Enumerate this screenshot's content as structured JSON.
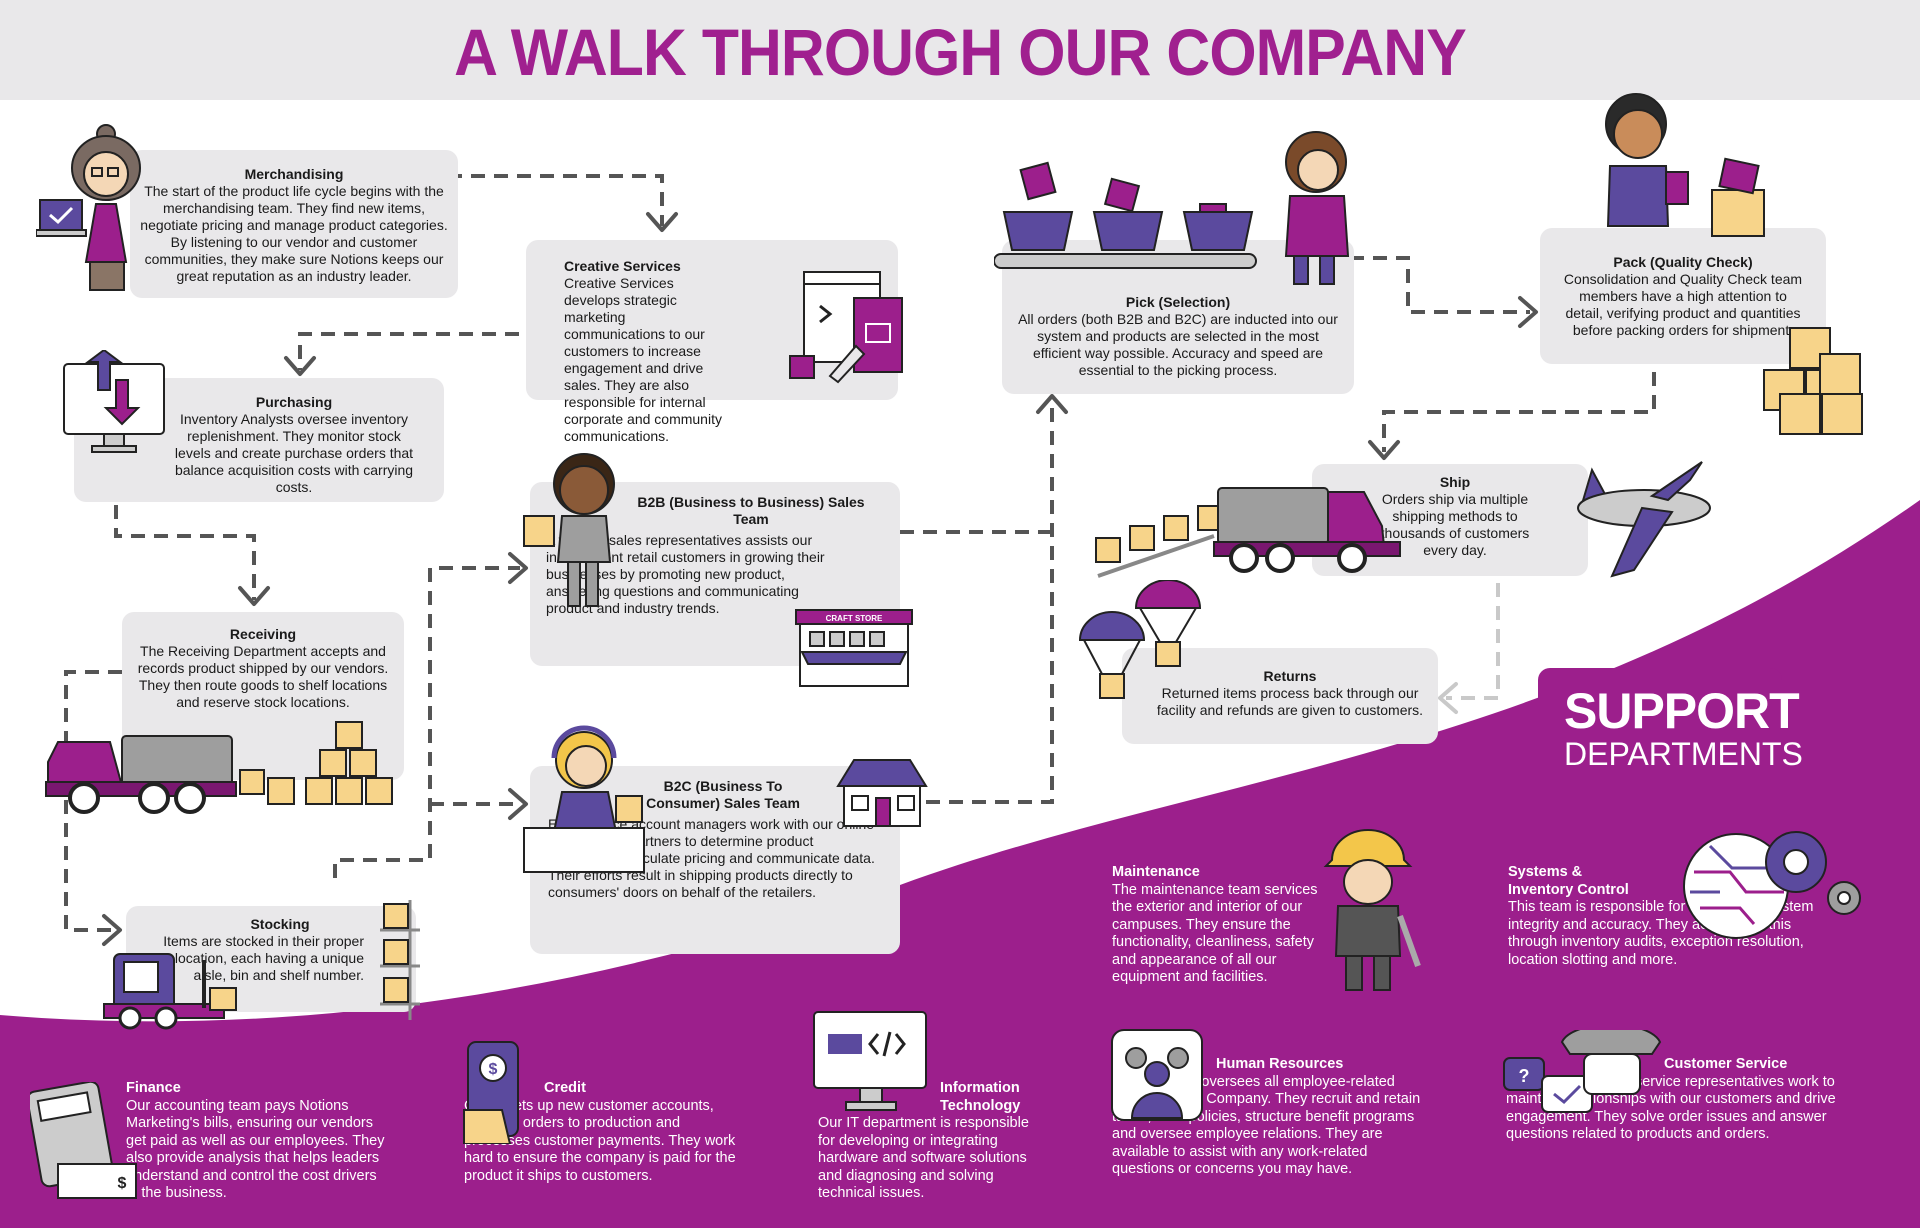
{
  "title": "A WALK THROUGH OUR COMPANY",
  "colors": {
    "purple": "#9c1f8c",
    "indigo": "#5b4a9e",
    "gray_box": "#e9e8ea",
    "box_tan": "#f7d48a"
  },
  "steps": {
    "merchandising": {
      "title": "Merchandising",
      "body": "The start of the product life cycle begins with the merchandising team. They find new items, negotiate pricing and manage product categories. By listening to our vendor and customer communities, they make sure Notions keeps our great reputation as an industry leader."
    },
    "creative": {
      "title": "Creative Services",
      "body": "Creative Services develops strategic marketing communications to our customers to increase engagement and drive sales. They are also responsible for internal corporate and community communications."
    },
    "purchasing": {
      "title": "Purchasing",
      "body": "Inventory Analysts oversee inventory replenishment. They monitor stock levels and create purchase orders that balance acquisition costs with carrying costs."
    },
    "receiving": {
      "title": "Receiving",
      "body": "The Receiving Department accepts and records product shipped by our vendors. They then route goods to shelf locations and reserve stock locations."
    },
    "stocking": {
      "title": "Stocking",
      "body": "Items are stocked in their proper location, each having a unique aisle, bin and shelf number."
    },
    "b2b": {
      "title": "B2B (Business to Business) Sales Team",
      "body": "A team of sales representatives assists our independent retail customers in growing their businesses by promoting new product, answering questions and communicating product and industry trends.",
      "store_sign": "CRAFT STORE"
    },
    "b2c": {
      "title": "B2C (Business To Consumer) Sales Team",
      "body": "E-commerce account managers work with our online e-commerce partners to determine product assortment, calculate pricing and communicate data. Their efforts result in shipping products directly to consumers' doors on behalf of the retailers."
    },
    "pick": {
      "title": "Pick (Selection)",
      "body": "All orders (both B2B and B2C) are inducted into our system and products are selected in the most efficient way possible. Accuracy and speed are essential to the picking process."
    },
    "pack": {
      "title": "Pack (Quality Check)",
      "body": "Consolidation and Quality Check team members have a high attention to detail, verifying product and quantities before packing orders for shipment."
    },
    "ship": {
      "title": "Ship",
      "body": "Orders ship via multiple shipping methods to thousands of customers every day."
    },
    "returns": {
      "title": "Returns",
      "body": "Returned items process back through our facility and refunds are given to customers."
    }
  },
  "support": {
    "label_line1": "SUPPORT",
    "label_line2": "DEPARTMENTS",
    "maintenance": {
      "title": "Maintenance",
      "body": "The maintenance team services the exterior and interior of our campuses. They ensure the functionality, cleanliness, safety and appearance of all our equipment and facilities."
    },
    "systems": {
      "title": "Systems & Inventory Control",
      "body": "This team is responsible for maintaining system integrity and accuracy. They accomplish this through inventory audits, exception resolution, location slotting and more."
    },
    "finance": {
      "title": "Finance",
      "body": "Our accounting team pays Notions Marketing's bills, ensuring our vendors get paid as well as our employees. They also provide analysis that helps leaders understand and control the cost drivers in the business."
    },
    "credit": {
      "title": "Credit",
      "body": "Credit sets up new customer accounts, releases orders to production and processes customer payments. They work hard to ensure the company is paid for the product it ships to customers."
    },
    "it": {
      "title": "Information Technology",
      "body": "Our IT department is responsible for developing or integrating hardware and software solutions and diagnosing and solving technical issues."
    },
    "hr": {
      "title": "Human Resources",
      "body": "Our HR team oversees all employee-related aspects of the Company. They recruit and retain talent, form policies, structure benefit programs and oversee employee relations. They are available to assist with any work-related questions or concerns you may have."
    },
    "cs": {
      "title": "Customer Service",
      "body": "A team of customer service representatives work to maintain relationships with our customers and drive engagement. They solve order issues and answer questions related to products and orders."
    }
  }
}
